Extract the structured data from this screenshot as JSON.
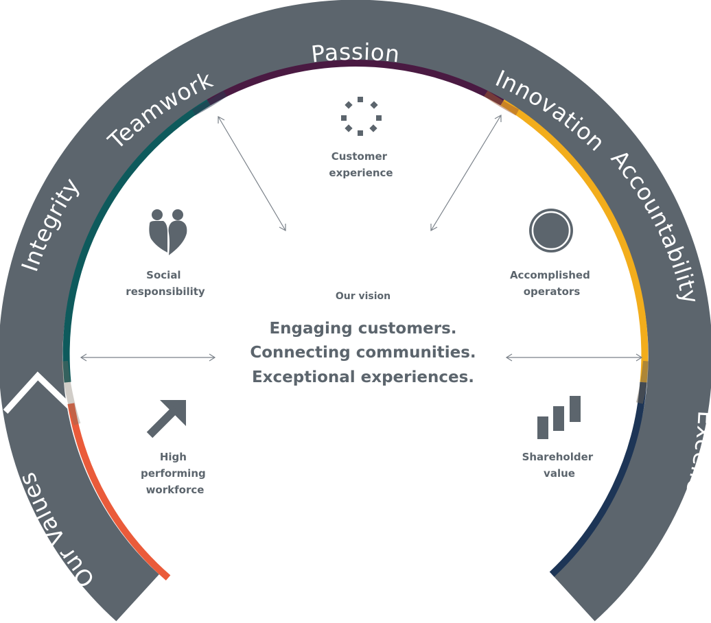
{
  "values": {
    "heading": "Our Values",
    "items": [
      "Integrity",
      "Teamwork",
      "Passion",
      "Innovation",
      "Accountability",
      "Excellence"
    ]
  },
  "vision": {
    "title": "Our vision",
    "lines": [
      "Engaging customers.",
      "Connecting communities.",
      "Exceptional experiences."
    ]
  },
  "pillars": {
    "customer_experience": {
      "lines": [
        "Customer",
        "experience"
      ],
      "icon": "dotted-circle-icon"
    },
    "social_responsibility": {
      "lines": [
        "Social",
        "responsibility"
      ],
      "icon": "people-heart-icon"
    },
    "accomplished_operators": {
      "lines": [
        "Accomplished",
        "operators"
      ],
      "icon": "ring-circle-icon"
    },
    "high_performing_workforce": {
      "lines": [
        "High",
        "performing",
        "workforce"
      ],
      "icon": "up-right-arrow-icon"
    },
    "shareholder_value": {
      "lines": [
        "Shareholder",
        "value"
      ],
      "icon": "rising-bars-icon"
    }
  },
  "colors": {
    "ring": "#5c656d",
    "text": "#5c656d",
    "orange": "#ea5b3a",
    "teal": "#0e5a5c",
    "plum": "#4a1a42",
    "gold": "#f2ad1c",
    "navy": "#1d3556"
  }
}
